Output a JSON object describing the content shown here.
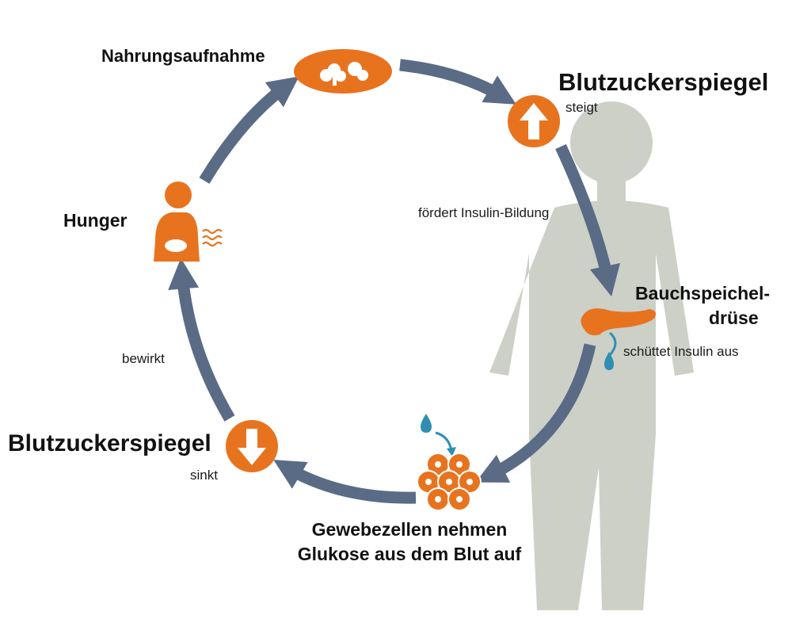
{
  "colors": {
    "orange": "#e8731f",
    "arrow": "#5a6b86",
    "body": "#ccd0c6",
    "drop": "#2f8fb3",
    "text": "#111111"
  },
  "labels": {
    "nahrungsaufnahme": "Nahrungsaufnahme",
    "blutzucker_top": "Blutzuckerspiegel",
    "steigt": "steigt",
    "foerdert": "fördert Insulin-Bildung",
    "bauch_line1": "Bauchspeichel-",
    "bauch_line2": "drüse",
    "schuettet": "schüttet Insulin aus",
    "gewebe_line1": "Gewebezellen nehmen",
    "gewebe_line2": "Glukose aus dem Blut auf",
    "blutzucker_bottom": "Blutzuckerspiegel",
    "sinkt": "sinkt",
    "bewirkt": "bewirkt",
    "hunger": "Hunger"
  },
  "icons": {
    "food": "food-icon",
    "rise": "arrow-up-icon",
    "fall": "arrow-down-icon",
    "hunger": "hungry-person-icon",
    "pancreas": "pancreas-icon",
    "cells": "tissue-cells-icon",
    "insulin": "insulin-drop-icon",
    "body": "human-silhouette-icon"
  }
}
